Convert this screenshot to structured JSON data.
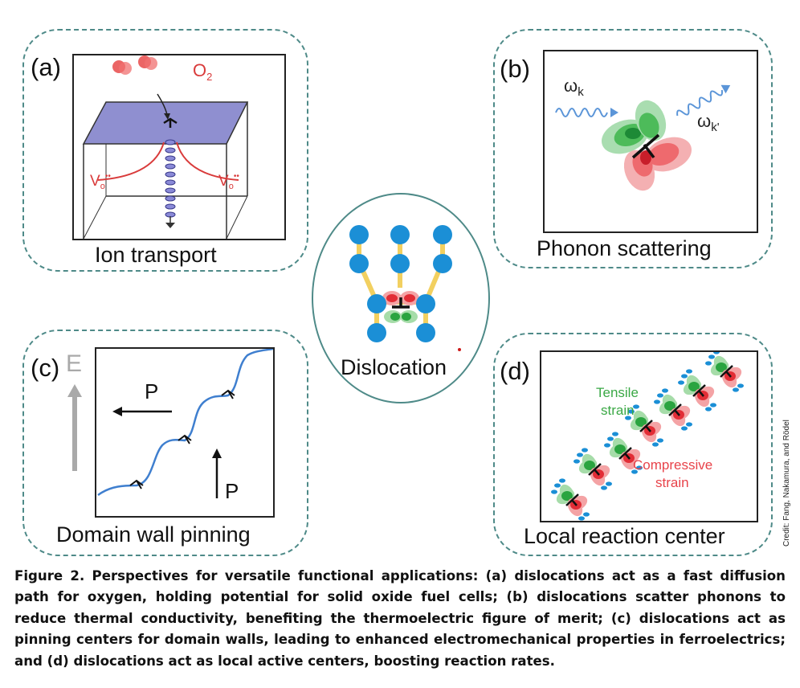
{
  "panels": {
    "a": {
      "label": "(a)",
      "title": "Ion transport",
      "o2_label": "O",
      "o2_sub": "2",
      "vo_left": "V",
      "vo_right": "V",
      "vo_sub": "o",
      "vo_sup": "••"
    },
    "b": {
      "label": "(b)",
      "title": "Phonon scattering",
      "omega_k": "ω",
      "omega_k_sub": "k",
      "omega_kp": "ω",
      "omega_kp_sub": "k'"
    },
    "center": {
      "title": "Dislocation"
    },
    "c": {
      "label": "(c)",
      "title": "Domain wall pinning",
      "e_label": "E",
      "p_left": "P",
      "p_up": "P"
    },
    "d": {
      "label": "(d)",
      "title": "Local reaction center",
      "tensile_1": "Tensile",
      "tensile_2": "strain",
      "compressive_1": "Compressive",
      "compressive_2": "strain"
    }
  },
  "caption": "Figure 2. Perspectives for versatile functional applications: (a) dislocations act as a fast diffusion path for oxygen, holding potential for solid oxide fuel cells; (b) dislocations scatter phonons to reduce thermal conductivity, benefiting the thermoelectric figure of merit; (c) dislocations act as pinning centers for domain walls, leading to enhanced electromechanical properties in ferroelectrics; and (d) dislocations act as local active centers, boosting reaction rates.",
  "credit": "Credit: Fang, Nakamura, and Rödel",
  "colors": {
    "panel_border": "#4e8a88",
    "blue_atom": "#1b8fd6",
    "bond": "#f2d060",
    "tensile": "#3aa845",
    "compressive": "#e8434a",
    "wall_line": "#3f7fcf",
    "plane_fill": "#8f8fd0"
  }
}
